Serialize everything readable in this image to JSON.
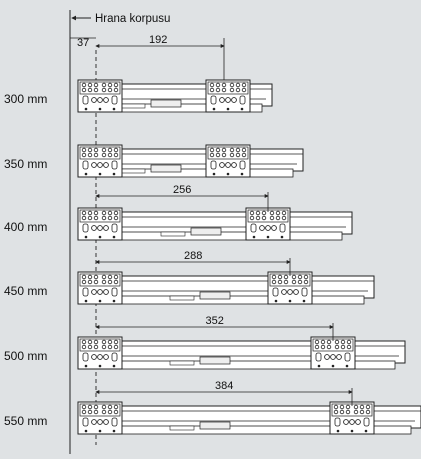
{
  "header": {
    "edge_label": "Hrana korpusu"
  },
  "top_dimensions": {
    "left": "37",
    "spacing": "192"
  },
  "rows": [
    {
      "length": "300 mm",
      "spacing": ""
    },
    {
      "length": "350 mm",
      "spacing": ""
    },
    {
      "length": "400 mm",
      "spacing": "256"
    },
    {
      "length": "450 mm",
      "spacing": "288"
    },
    {
      "length": "500 mm",
      "spacing": "352"
    },
    {
      "length": "550 mm",
      "spacing": "384"
    }
  ],
  "colors": {
    "background": "#dfe2e4",
    "runner_fill": "#ffffff",
    "line": "#222222"
  }
}
